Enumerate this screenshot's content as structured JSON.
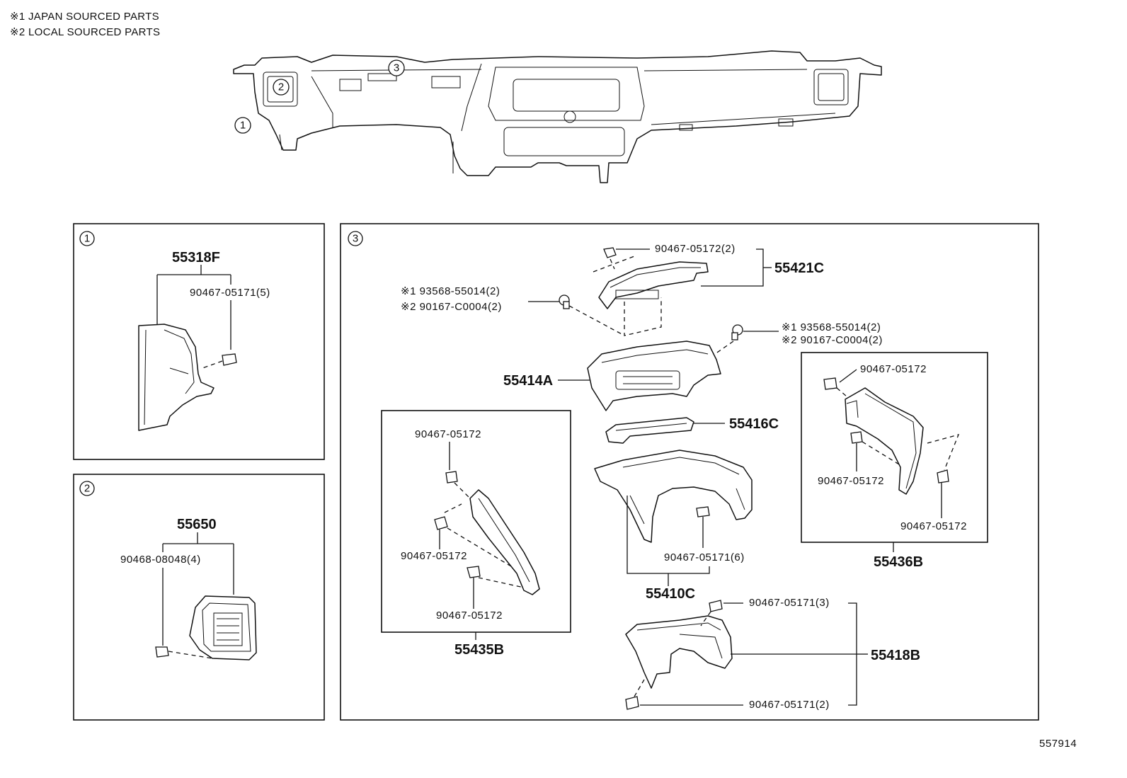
{
  "notes": {
    "n1": "※1 JAPAN SOURCED PARTS",
    "n2": "※2 LOCAL SOURCED PARTS"
  },
  "callouts": {
    "c1": "1",
    "c2": "2",
    "c3": "3"
  },
  "panel1": {
    "badge": "1",
    "main_part": "55318F",
    "clip": "90467-05171(5)"
  },
  "panel2": {
    "badge": "2",
    "main_part": "55650",
    "clip": "90468-08048(4)"
  },
  "panel3": {
    "badge": "3",
    "p55421C": "55421C",
    "clip_55421C": "90467-05172(2)",
    "screw_a1": "※1 93568-55014(2)",
    "screw_a2": "※2 90167-C0004(2)",
    "screw_b1": "※1 93568-55014(2)",
    "screw_b2": "※2 90167-C0004(2)",
    "p55414A": "55414A",
    "p55416C": "55416C",
    "p55410C": "55410C",
    "clip_55410C": "90467-05171(6)",
    "p55418B": "55418B",
    "clip_55418B_top": "90467-05171(3)",
    "clip_55418B_bottom": "90467-05171(2)",
    "sub55435B": {
      "label": "55435B",
      "clip_top": "90467-05172",
      "clip_mid": "90467-05172",
      "clip_bottom": "90467-05172"
    },
    "sub55436B": {
      "label": "55436B",
      "clip_top": "90467-05172",
      "clip_left": "90467-05172",
      "clip_right": "90467-05172"
    }
  },
  "figure_code": "557914"
}
